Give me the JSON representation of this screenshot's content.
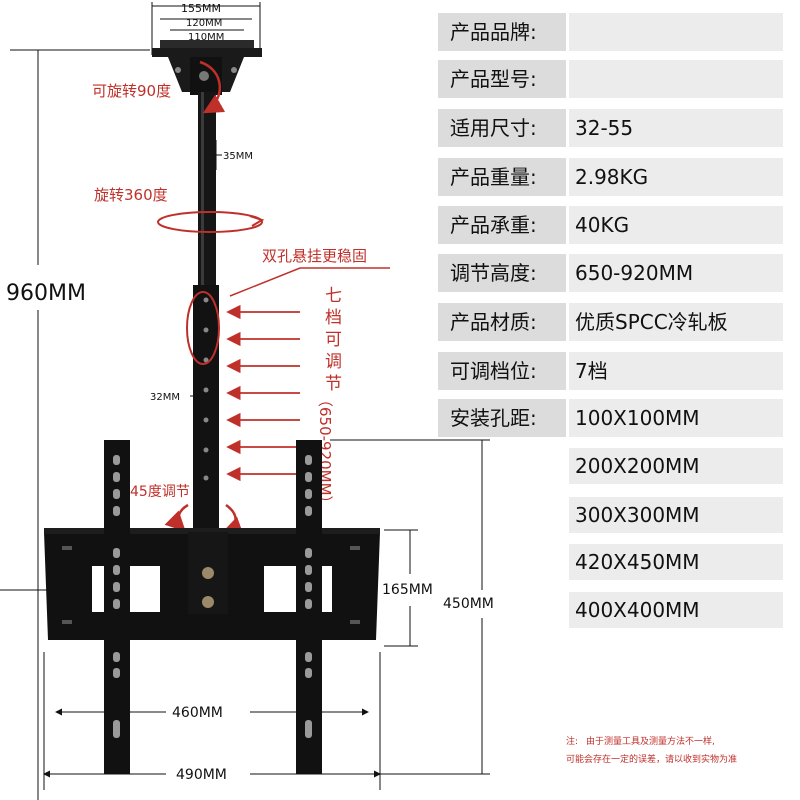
{
  "dimensions": {
    "top_outer": "155MM",
    "top_mid": "120MM",
    "top_inner": "110MM",
    "total_height": "960MM",
    "upper_pole": "35MM",
    "lower_pole": "32MM",
    "plate_inner_height": "165MM",
    "plate_height": "450MM",
    "width_inner": "460MM",
    "width_outer": "490MM"
  },
  "annotations": {
    "rotate_90": "可旋转90度",
    "rotate_360": "旋转360度",
    "double_hole": "双孔悬挂更稳固",
    "seven_levels_chars": [
      "七",
      "档",
      "可",
      "调",
      "节"
    ],
    "range_vertical": "（650-920MM）",
    "tilt_45": "45度调节"
  },
  "specs": [
    {
      "label": "产品品牌:",
      "value": ""
    },
    {
      "label": "产品型号:",
      "value": ""
    },
    {
      "label": "适用尺寸:",
      "value": "32-55"
    },
    {
      "label": "产品重量:",
      "value": "2.98KG"
    },
    {
      "label": "产品承重:",
      "value": "40KG"
    },
    {
      "label": "调节高度:",
      "value": "650-920MM"
    },
    {
      "label": "产品材质:",
      "value": "优质SPCC冷轧板"
    },
    {
      "label": "可调档位:",
      "value": "7档"
    },
    {
      "label": "安装孔距:",
      "value": "100X100MM"
    }
  ],
  "hole_spacings": [
    "200X200MM",
    "300X300MM",
    "420X450MM",
    "400X400MM"
  ],
  "note": {
    "prefix": "注:",
    "line1": "由于测量工具及测量方法不一样,",
    "line2": "可能会存在一定的误差，请以收到实物为准"
  },
  "colors": {
    "annotation_red": "#c0302a",
    "label_bg": "#dcdcdc",
    "value_bg": "#ececec",
    "metal": "#121212"
  }
}
